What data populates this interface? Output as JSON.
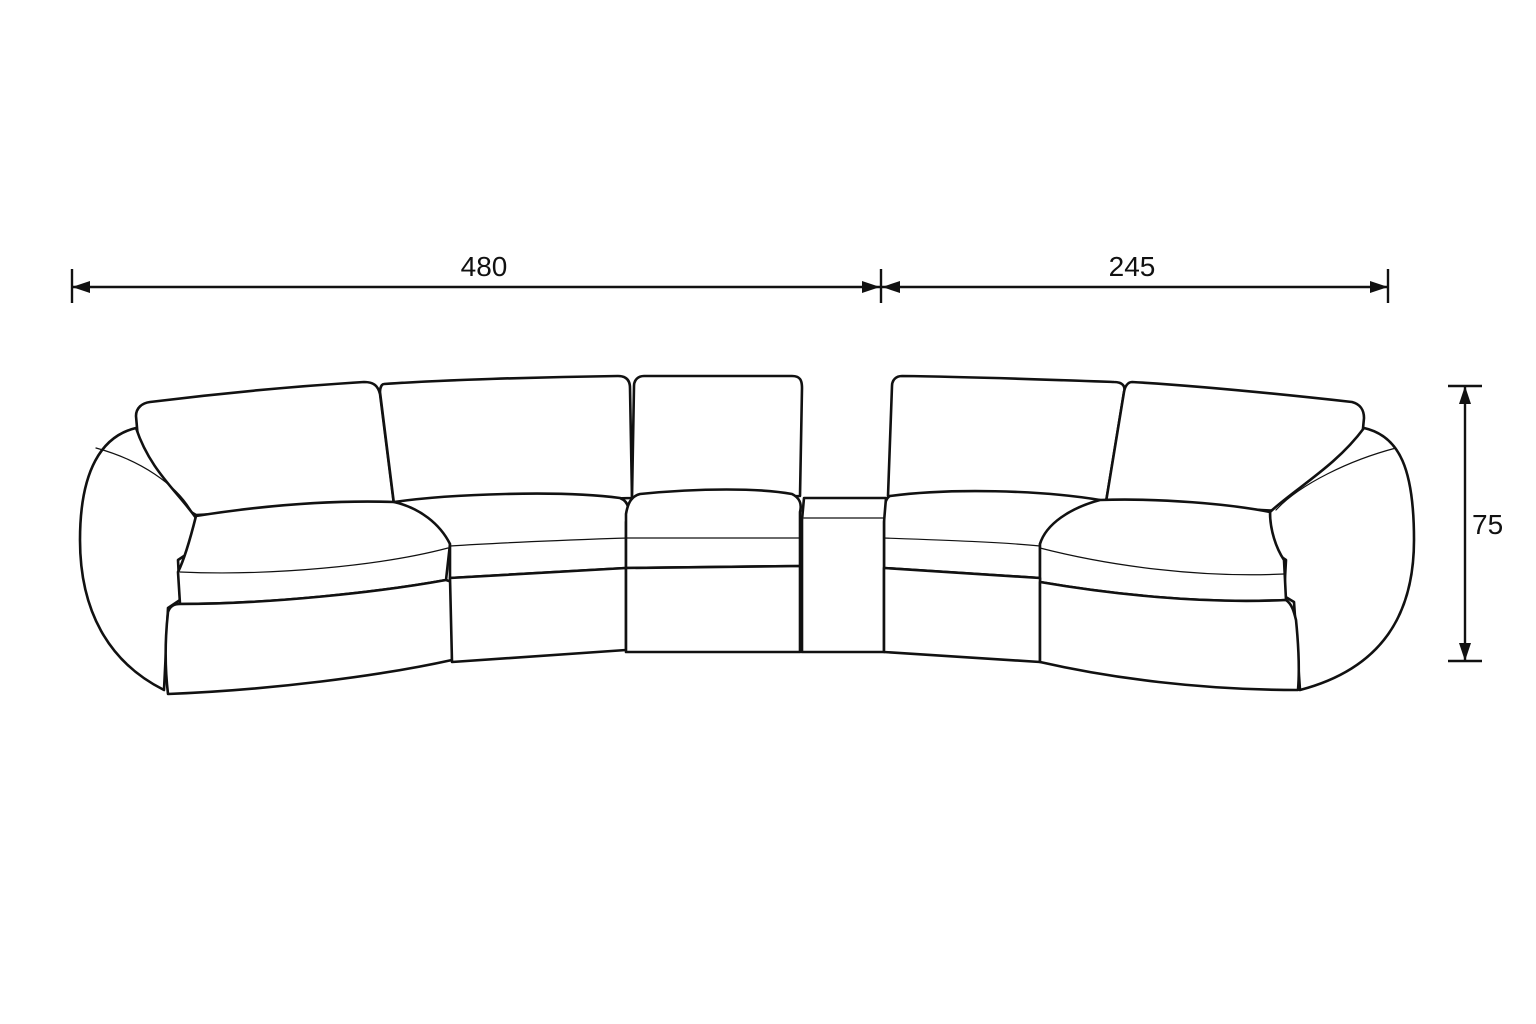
{
  "dimensions": {
    "width_left": "480",
    "width_right": "245",
    "height": "75"
  },
  "colors": {
    "line": "#111111",
    "background": "#ffffff"
  }
}
